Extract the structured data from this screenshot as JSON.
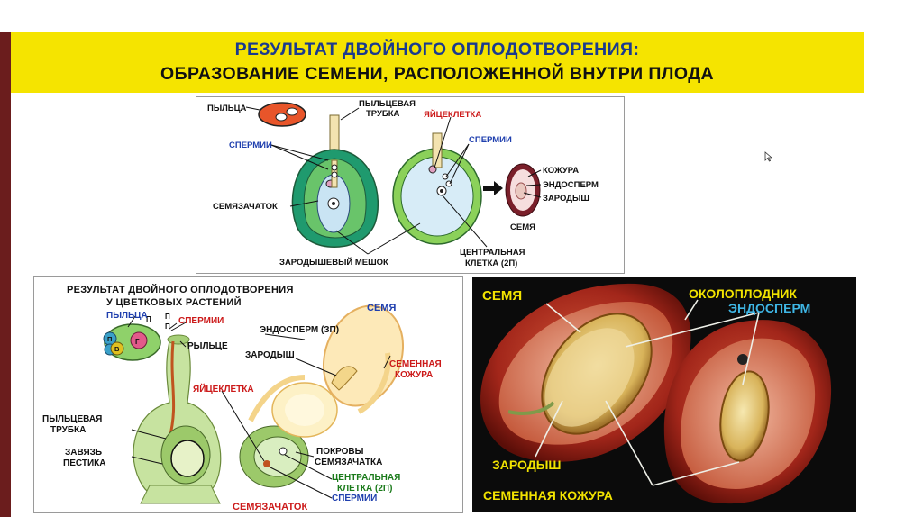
{
  "title": {
    "line1": "РЕЗУЛЬТАТ  ДВОЙНОГО ОПЛОДОТВОРЕНИЯ:",
    "line2": "ОБРАЗОВАНИЕ СЕМЕНИ, РАСПОЛОЖЕННОЙ ВНУТРИ ПЛОДА"
  },
  "panel_a": {
    "pollen": "ПЫЛЬЦА",
    "tube_line1": "ПЫЛЬЦЕВАЯ",
    "tube_line2": "ТРУБКА",
    "sperm_left": "СПЕРМИИ",
    "egg_cell": "ЯЙЦЕКЛЕТКА",
    "sperm_right": "СПЕРМИИ",
    "ovule": "СЕМЯЗАЧАТОК",
    "embryo_sac": "ЗАРОДЫШЕВЫЙ МЕШОК",
    "central_line1": "ЦЕНТРАЛЬНАЯ",
    "central_line2": "КЛЕТКА (2П)",
    "seed_coat": "КОЖУРА",
    "endosperm": "ЭНДОСПЕРМ",
    "embryo": "ЗАРОДЫШ",
    "seed": "СЕМЯ"
  },
  "panel_b": {
    "title_line1": "РЕЗУЛЬТАТ ДВОЙНОГО ОПЛОДОТВОРЕНИЯ",
    "title_line2": "У ЦВЕТКОВЫХ РАСТЕНИЙ",
    "pollen": "ПЫЛЬЦА",
    "p1": "П",
    "p2": "П",
    "p_left": "П",
    "p_right": "П",
    "v_cell": "В",
    "g_cell": "Г",
    "sperm": "СПЕРМИИ",
    "stigma": "РЫЛЬЦЕ",
    "endosperm": "ЭНДОСПЕРМ (ЗП)",
    "embryo": "ЗАРОДЫШ",
    "seed": "СЕМЯ",
    "seed_coat_line1": "СЕМЕННАЯ",
    "seed_coat_line2": "КОЖУРА",
    "egg_cell": "ЯЙЦЕКЛЕТКА",
    "tube_line1": "ПЫЛЬЦЕВАЯ",
    "tube_line2": "ТРУБКА",
    "ovary_line1": "ЗАВЯЗЬ",
    "ovary_line2": "ПЕСТИКА",
    "integument_line1": "ПОКРОВЫ",
    "integument_line2": "СЕМЯЗАЧАТКА",
    "central_line1": "ЦЕНТРАЛЬНАЯ",
    "central_line2": "КЛЕТКА (2П)",
    "sperm_bottom": "СПЕРМИИ",
    "ovule": "СЕМЯЗАЧАТОК"
  },
  "panel_c": {
    "seed": "СЕМЯ",
    "pericarp": "ОКОЛОПЛОДНИК",
    "endosperm": "ЭНДОСПЕРМ",
    "embryo": "ЗАРОДЫШ",
    "seed_coat": "СЕМЕННАЯ КОЖУРА"
  },
  "colors": {
    "title_bg": "#f5e400",
    "title_text": "#1a3a8f",
    "label_blue": "#1f3fae",
    "label_red": "#cc1a1a",
    "label_green": "#1a7a1a",
    "photo_label": "#f2e300"
  }
}
